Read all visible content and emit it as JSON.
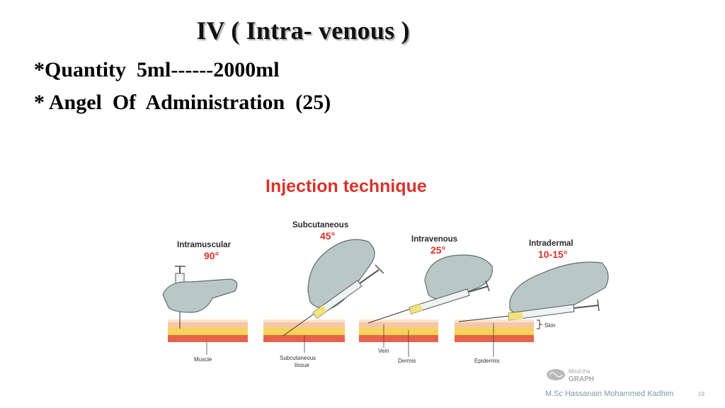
{
  "slide": {
    "title": "IV ( Intra- venous )",
    "bullets": [
      "*Quantity  5ml------2000ml",
      "* Angel  Of  Administration  (25)"
    ]
  },
  "figure": {
    "heading": "Injection technique",
    "methods": [
      {
        "name": "Intramuscular",
        "angle": "90°"
      },
      {
        "name": "Subcutaneous",
        "angle": "45°"
      },
      {
        "name": "Intravenous",
        "angle": "25°"
      },
      {
        "name": "Intradermal",
        "angle": "10-15°"
      }
    ],
    "layer_labels": {
      "muscle": "Muscle",
      "subcutaneous_1": "Subcutaneous",
      "subcutaneous_2": "tissue",
      "vein": "Vein",
      "dermis": "Dermis",
      "epidermis": "Epidermis",
      "skin": "Skin"
    },
    "logo": {
      "line1": "Mind the",
      "line2": "GRAPH"
    },
    "colors": {
      "heading": "#d7332b",
      "angle": "#d7332b",
      "glove": "#b9c8c6",
      "glove_stroke": "#5f6e6c",
      "skin_top": "#f6c7a3",
      "skin_yellow": "#f6d35a",
      "skin_red": "#e8624a"
    }
  },
  "footer": {
    "author": "M.Sc Hassanain Mohammed Kadhim",
    "page": "19"
  }
}
